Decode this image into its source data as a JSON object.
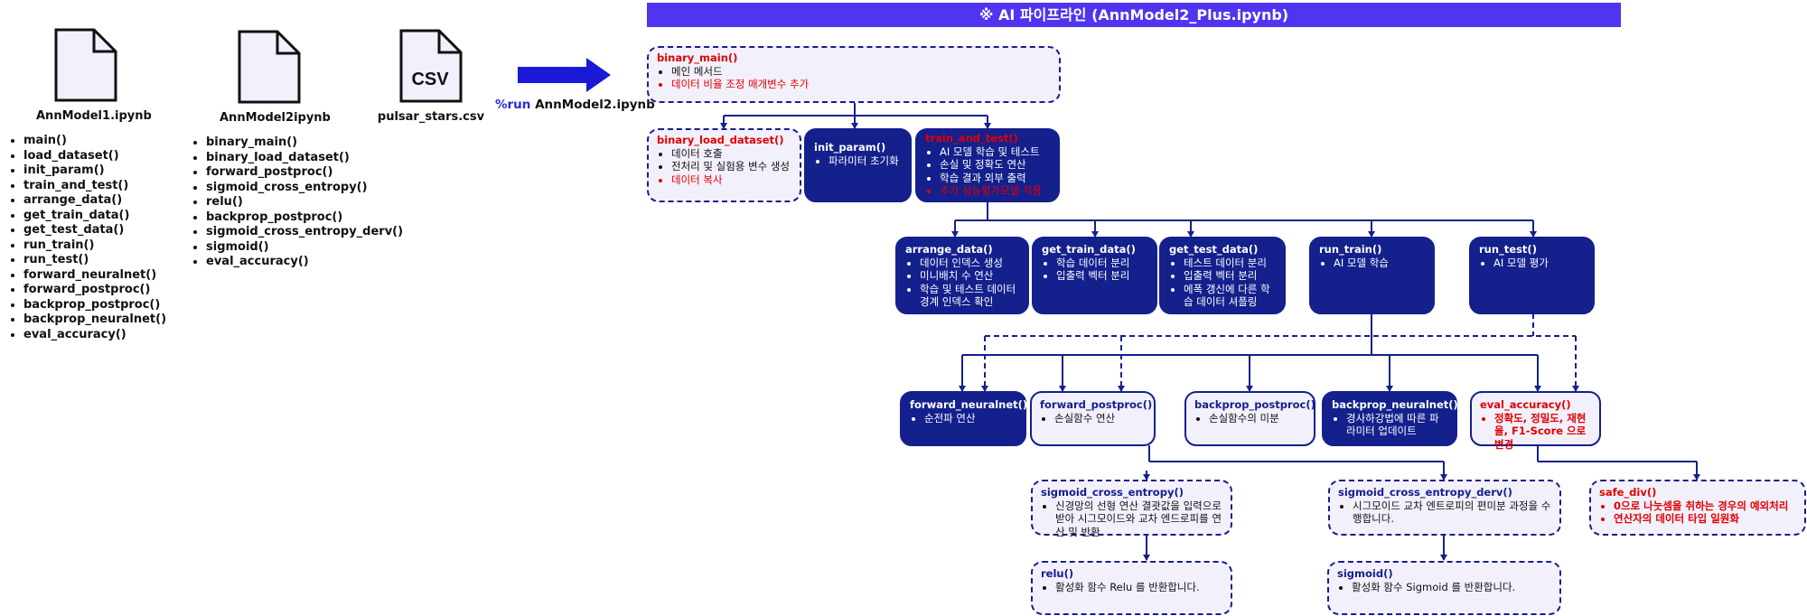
{
  "files": [
    {
      "name": "AnnModel1.ipynb",
      "icon": "file-icon",
      "functions": [
        "main()",
        "load_dataset()",
        "init_param()",
        "train_and_test()",
        "arrange_data()",
        "get_train_data()",
        "get_test_data()",
        "run_train()",
        "run_test()",
        "forward_neuralnet()",
        "forward_postproc()",
        "backprop_postproc()",
        "backprop_neuralnet()",
        "eval_accuracy()"
      ]
    },
    {
      "name": "AnnModel2ipynb",
      "icon": "file-icon",
      "functions": [
        "binary_main()",
        "binary_load_dataset()",
        "forward_postproc()",
        "sigmoid_cross_entropy()",
        "relu()",
        "backprop_postproc()",
        "sigmoid_cross_entropy_derv()",
        "sigmoid()",
        "eval_accuracy()"
      ]
    },
    {
      "name": "pulsar_stars.csv",
      "icon": "csv-file-icon",
      "icon_text": "CSV"
    }
  ],
  "run_command": {
    "keyword": "%run",
    "target": "AnnModel2.ipynb"
  },
  "banner": "※ AI 파이프라인 (AnnModel2_Plus.ipynb)",
  "colors": {
    "banner": "#4f35f0",
    "box_dark": "#14208c",
    "box_light": "#f2f0fb",
    "highlight": "#e00000",
    "arrow": "#1a1ad6"
  },
  "nodes": {
    "binary_main": {
      "title": "binary_main()",
      "items": [
        "메인 메서드",
        "데이터 비율 조정 매개변수 추가"
      ]
    },
    "binary_load_dataset": {
      "title": "binary_load_dataset()",
      "items": [
        "데이터 호출",
        "전처리 및 실험용 변수 생성",
        "데이터 복사"
      ]
    },
    "init_param": {
      "title": "init_param()",
      "items": [
        "파라미터 초기화"
      ]
    },
    "train_and_test": {
      "title": "train_and_test()",
      "items": [
        "AI 모델 학습 및 테스트",
        "손실 및 정확도 연산",
        "학습 결과 외부 출력",
        "추가 성능평가모델 적용"
      ]
    },
    "arrange_data": {
      "title": "arrange_data()",
      "items": [
        "데이터 인덱스 생성",
        "미니배치 수 연산",
        "학습 및 테스트 데이터 경계 인덱스 확인"
      ]
    },
    "get_train_data": {
      "title": "get_train_data()",
      "items": [
        "학습 데이터 분리",
        "입출력 벡터 분리"
      ]
    },
    "get_test_data": {
      "title": "get_test_data()",
      "items": [
        "테스트 데이터 분리",
        "입출력 벡터 분리",
        "에폭 갱신에 다른 학습 데이터 셔플링"
      ]
    },
    "run_train": {
      "title": "run_train()",
      "items": [
        "AI 모델 학습"
      ]
    },
    "run_test": {
      "title": "run_test()",
      "items": [
        "AI 모델 평가"
      ]
    },
    "forward_neuralnet": {
      "title": "forward_neuralnet()",
      "items": [
        "순전파 연산"
      ]
    },
    "forward_postproc": {
      "title": "forward_postproc()",
      "items": [
        "손실함수 연산"
      ]
    },
    "backprop_postproc": {
      "title": "backprop_postproc()",
      "items": [
        "손실함수의 미분"
      ]
    },
    "backprop_neuralnet": {
      "title": "backprop_neuralnet()",
      "items": [
        "경사하강법에 따른 파라미터 업데이트"
      ]
    },
    "eval_accuracy": {
      "title": "eval_accuracy()",
      "items": [
        "정확도, 정밀도, 재현율, F1-Score 으로 변경"
      ]
    },
    "sigmoid_cross_entropy": {
      "title": "sigmoid_cross_entropy()",
      "items": [
        "신경망의 선형 연산 결괏값을 입력으로 받아 시그모이드와 교차 엔드로피를 연산 및 반환"
      ]
    },
    "sigmoid_cross_entropy_derv": {
      "title": "sigmoid_cross_entropy_derv()",
      "items": [
        "시그모이드 교차 엔트로피의 편미분 과정을 수행합니다."
      ]
    },
    "safe_div": {
      "title": "safe_div()",
      "items": [
        "0으로 나눗셈을 취하는 경우의 예외처리",
        "연산자의 데이터 타입 일원화"
      ]
    },
    "relu": {
      "title": "relu()",
      "items": [
        "활성화 함수 Relu 를 반환합니다."
      ]
    },
    "sigmoid": {
      "title": "sigmoid()",
      "items": [
        "활성화 함수 Sigmoid 를 반환합니다."
      ]
    }
  }
}
